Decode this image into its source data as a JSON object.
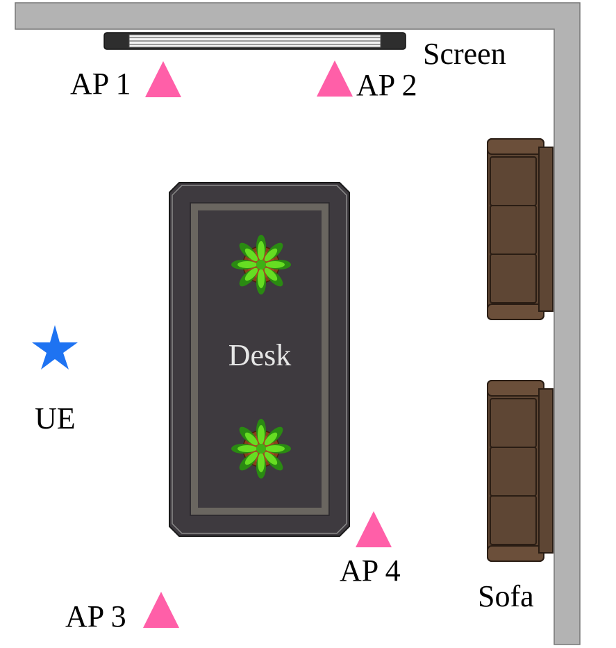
{
  "labels": {
    "screen": "Screen",
    "ap1": "AP 1",
    "ap2": "AP 2",
    "ap3": "AP 3",
    "ap4": "AP 4",
    "ue": "UE",
    "desk": "Desk",
    "sofa": "Sofa"
  },
  "colors": {
    "wall": "#b3b3b3",
    "ap_marker": "#ff5fa8",
    "ue_marker": "#1e73f2",
    "desk_outer": "#3e3a3f",
    "desk_frame": "#6a6660",
    "desk_text": "#e6e6e6",
    "sofa": "#5e4634",
    "sofa_dark": "#2a1d14",
    "plant_light": "#66dd22",
    "plant_dark": "#2a8a12",
    "pot": "#8a3f1d"
  },
  "icons": {
    "access_point": "triangle-icon",
    "user_equipment": "star-icon",
    "plant": "plant-icon",
    "screen": "screen-icon",
    "sofa": "sofa-icon"
  }
}
